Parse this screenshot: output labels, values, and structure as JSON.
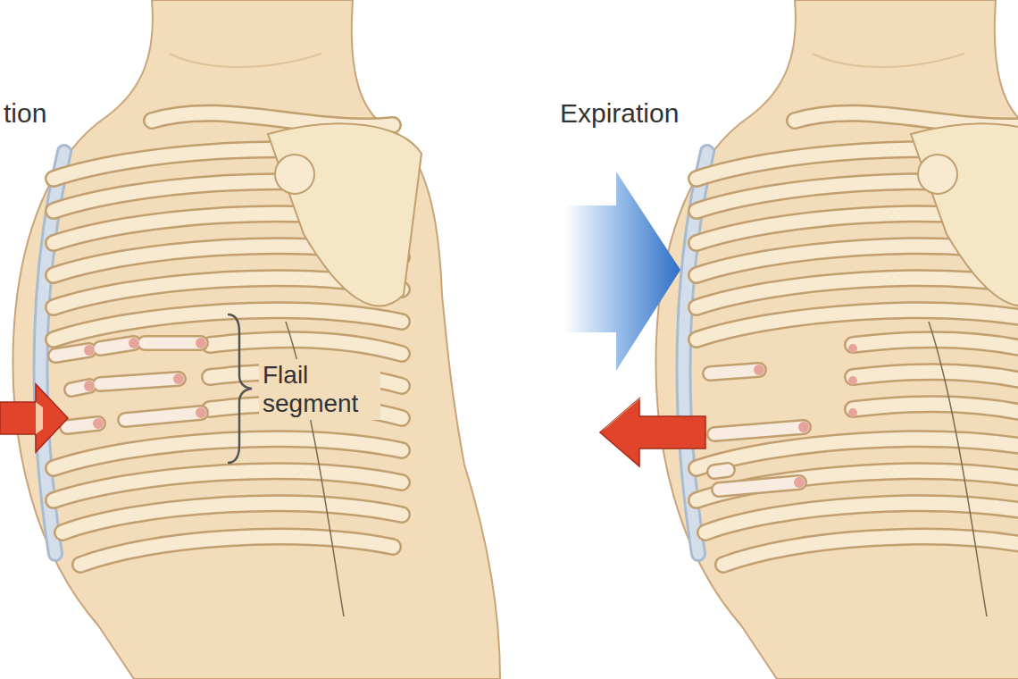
{
  "diagram": {
    "labels": [
      "tion",
      "Flail segment",
      "Expiration"
    ]
  }
}
